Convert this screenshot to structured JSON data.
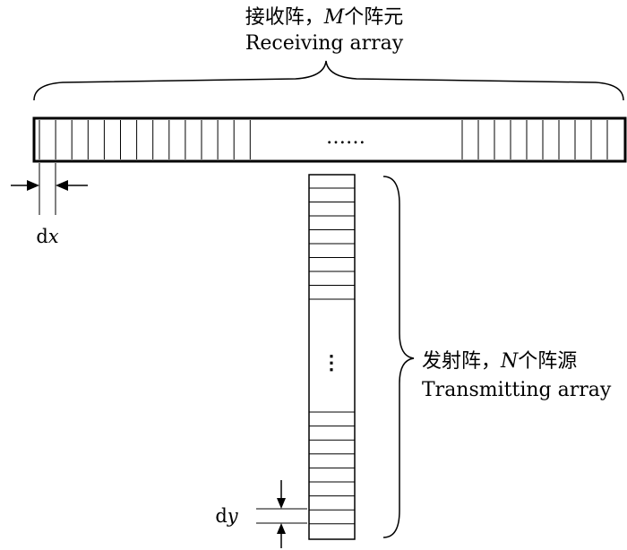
{
  "receiving": {
    "title_prefix": "接收阵，",
    "title_var": "M",
    "title_suffix": "个阵元",
    "subtitle": "Receiving array",
    "ellipsis": "……"
  },
  "transmitting": {
    "title_prefix": "发射阵，",
    "title_var": "N",
    "title_suffix": "个阵源",
    "subtitle": "Transmitting array",
    "ellipsis": "⋮"
  },
  "spacing": {
    "dx_prefix": "d",
    "dx_var": "x",
    "dy_prefix": "d",
    "dy_var": "y"
  }
}
